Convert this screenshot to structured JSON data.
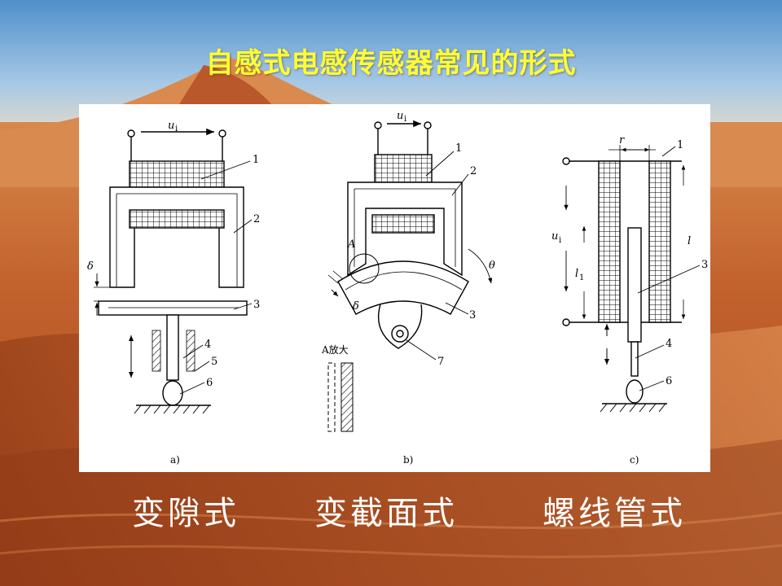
{
  "slide": {
    "title": "自感式电感传感器常见的形式",
    "captions": [
      "变隙式",
      "变截面式",
      "螺线管式"
    ]
  },
  "figure": {
    "a": {
      "sublabel": "a)",
      "voltage": "u",
      "voltage_sub": "i",
      "gap": "δ",
      "parts": [
        "1",
        "2",
        "3",
        "4",
        "5",
        "6"
      ]
    },
    "b": {
      "sublabel": "b)",
      "voltage": "u",
      "voltage_sub": "i",
      "gap": "δ",
      "angle": "θ",
      "detail_marker": "A",
      "detail_caption": "A放大",
      "parts": [
        "1",
        "2",
        "3",
        "7"
      ]
    },
    "c": {
      "sublabel": "c)",
      "voltage": "u",
      "voltage_sub": "i",
      "radius": "r",
      "length_l": "l",
      "length_l1": "l",
      "length_l1_sub": "1",
      "parts": [
        "1",
        "3",
        "4",
        "6"
      ]
    }
  },
  "colors": {
    "title": "#ffff33",
    "caption": "#ffffff",
    "panel": "#ffffff"
  }
}
